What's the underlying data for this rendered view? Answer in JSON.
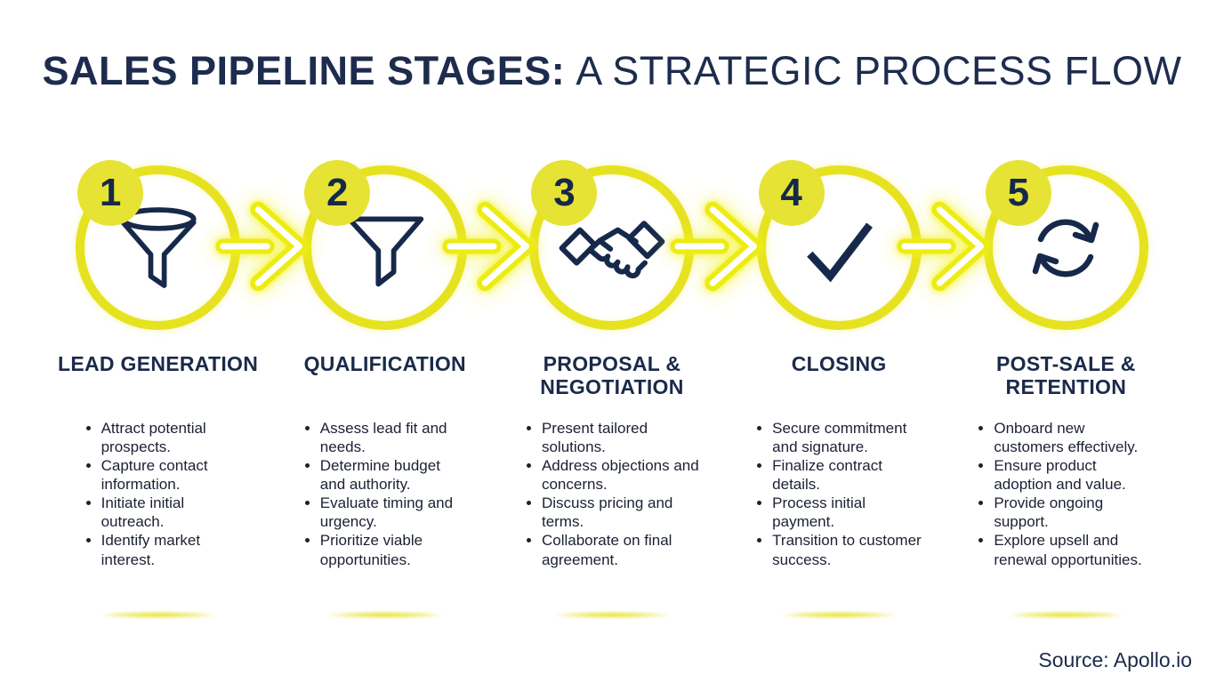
{
  "title": {
    "bold": "SALES PIPELINE STAGES:",
    "rest": "A STRATEGIC PROCESS FLOW"
  },
  "colors": {
    "yellow_ring": "#e6e220",
    "yellow_badge": "#e7e335",
    "yellow_arrow": "#ecec12",
    "navy": "#1b2a49",
    "body_text": "#1b2133",
    "background": "#ffffff"
  },
  "stages": [
    {
      "number": "1",
      "icon": "funnel-icon",
      "title": "LEAD GENERATION",
      "bullets": [
        "Attract potential prospects.",
        "Capture contact information.",
        "Initiate initial outreach.",
        "Identify market interest."
      ]
    },
    {
      "number": "2",
      "icon": "filter-icon",
      "title": "QUALIFICATION",
      "bullets": [
        "Assess lead fit and needs.",
        "Determine budget and authority.",
        "Evaluate timing and urgency.",
        "Prioritize viable opportunities."
      ]
    },
    {
      "number": "3",
      "icon": "handshake-icon",
      "title": "PROPOSAL & NEGOTIATION",
      "bullets": [
        "Present tailored solutions.",
        "Address objections and concerns.",
        "Discuss pricing and terms.",
        "Collaborate on final agreement."
      ]
    },
    {
      "number": "4",
      "icon": "checkmark-icon",
      "title": "CLOSING",
      "bullets": [
        "Secure commitment and signature.",
        "Finalize contract details.",
        "Process initial payment.",
        "Transition to customer success."
      ]
    },
    {
      "number": "5",
      "icon": "cycle-icon",
      "title": "POST-SALE & RETENTION",
      "bullets": [
        "Onboard new customers effectively.",
        "Ensure product adoption and value.",
        "Provide ongoing support.",
        "Explore upsell and renewal opportunities."
      ]
    }
  ],
  "source": "Source: Apollo.io"
}
